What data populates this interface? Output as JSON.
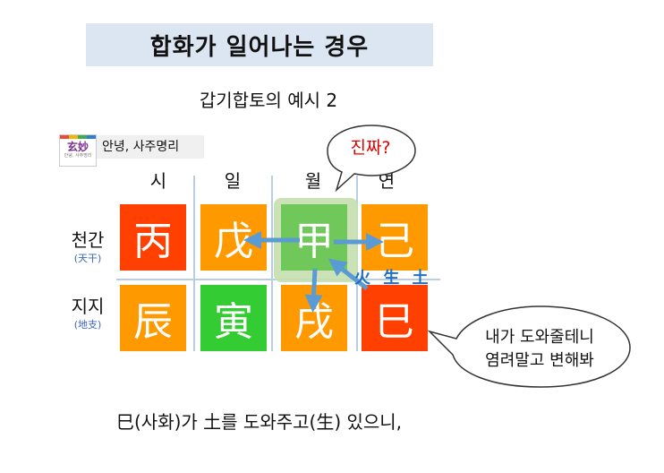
{
  "title": "합화가 일어나는 경우",
  "subtitle": "갑기합토의 예시 2",
  "channel": {
    "logo_text": "玄妙",
    "logo_sub": "안녕, 사주명리",
    "name": "안녕, 사주명리"
  },
  "columns": [
    "시",
    "일",
    "월",
    "연"
  ],
  "rows": [
    {
      "label": "천간",
      "hanja": "(天干)"
    },
    {
      "label": "지지",
      "hanja": "(地支)"
    }
  ],
  "stems": [
    "丙",
    "戊",
    "甲",
    "己"
  ],
  "branches": [
    "辰",
    "寅",
    "戌",
    "巳"
  ],
  "colors": {
    "red": "#ff4000",
    "orange": "#ff9900",
    "green": "#33cc33",
    "arrow": "#5b9bd5"
  },
  "relation_label": "火 生 土",
  "bubble_top": "진짜?",
  "bubble_right": [
    "내가 도와줄테니",
    "염려말고 변해봐"
  ],
  "footer": "巳(사화)가 土를 도와주고(生) 있으니,"
}
